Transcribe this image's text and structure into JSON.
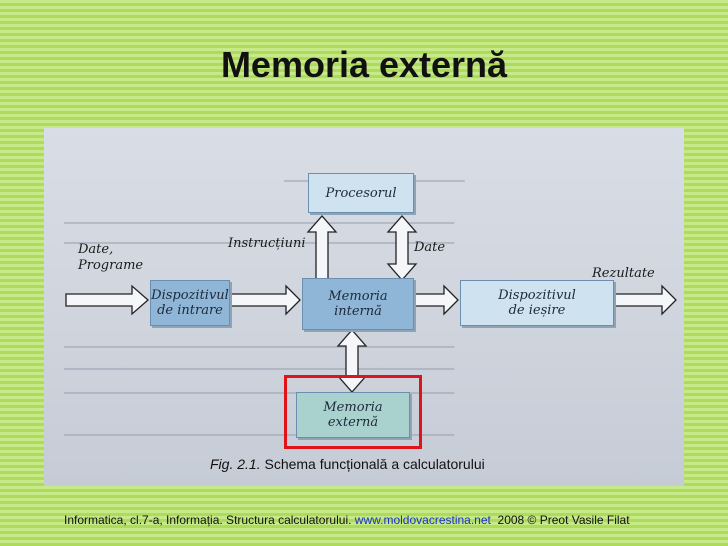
{
  "slide": {
    "title": "Memoria externă"
  },
  "diagram": {
    "boxes": {
      "procesorul": "Procesorul",
      "intrare_line1": "Dispozitivul",
      "intrare_line2": "de intrare",
      "interna_line1": "Memoria",
      "interna_line2": "internă",
      "iesire_line1": "Dispozitivul",
      "iesire_line2": "de ieșire",
      "externa_line1": "Memoria",
      "externa_line2": "externă"
    },
    "labels": {
      "input_line1": "Date,",
      "input_line2": "Programe",
      "instructiuni": "Instrucțiuni",
      "date": "Date",
      "rezultate": "Rezultate"
    },
    "caption_fig": "Fig. 2.1.",
    "caption_text": "Schema funcțională a calculatorului",
    "highlight_color": "#e0121a"
  },
  "footer": {
    "text": "Informatica, cl.7-a, Informația. Structura calculatorului.",
    "link": "www.moldovacrestina.net",
    "rights": "2008 © Preot Vasile Filat"
  }
}
